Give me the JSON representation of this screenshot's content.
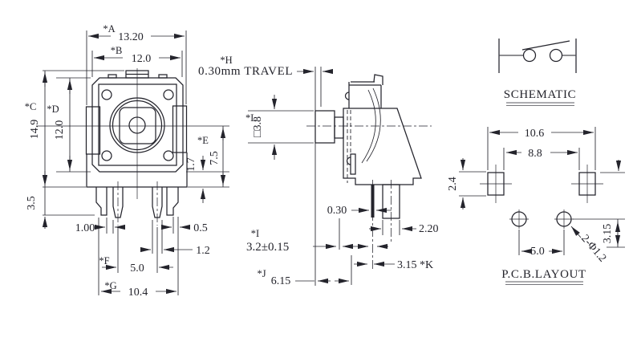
{
  "front_view": {
    "dim_a_label": "*A",
    "dim_a": "13.20",
    "dim_b_label": "*B",
    "dim_b": "12.0",
    "dim_c_label": "*C",
    "dim_c": "14.9",
    "dim_d_label": "*D",
    "dim_d": "12.0",
    "dim_e_label": "*E",
    "dim_e": "7.5",
    "dim_body_bottom": "1.7",
    "dim_pin_length": "3.5",
    "dim_leg_offset": "1.00",
    "dim_leg_thickness": "0.5",
    "dim_pin_width": "1.2",
    "dim_f_label": "*F",
    "dim_f": "5.0",
    "dim_g_label": "*G",
    "dim_g": "10.4"
  },
  "side_view": {
    "dim_h_label": "*H",
    "dim_h": "0.30mm TRAVEL",
    "dim_l_label": "*L",
    "dim_l": "□3.8",
    "dim_i_label": "*I",
    "dim_i": "3.2±0.15",
    "dim_pin_thickness": "0.30",
    "dim_boss_width": "2.20",
    "dim_k": "3.15 *K",
    "dim_j_label": "*J",
    "dim_j": "6.15"
  },
  "schematic": {
    "title": "SCHEMATIC"
  },
  "pcb_layout": {
    "title": "P.C.B.LAYOUT",
    "dim_pad_outer": "10.6",
    "dim_pad_inner": "8.8",
    "dim_pad_height": "2.4",
    "dim_hole_pitch": "5.0",
    "hole_note": "2-Φ1.2",
    "dim_hole_offset": "3.15"
  },
  "colors": {
    "line": "#24242c",
    "background": "#ffffff"
  }
}
